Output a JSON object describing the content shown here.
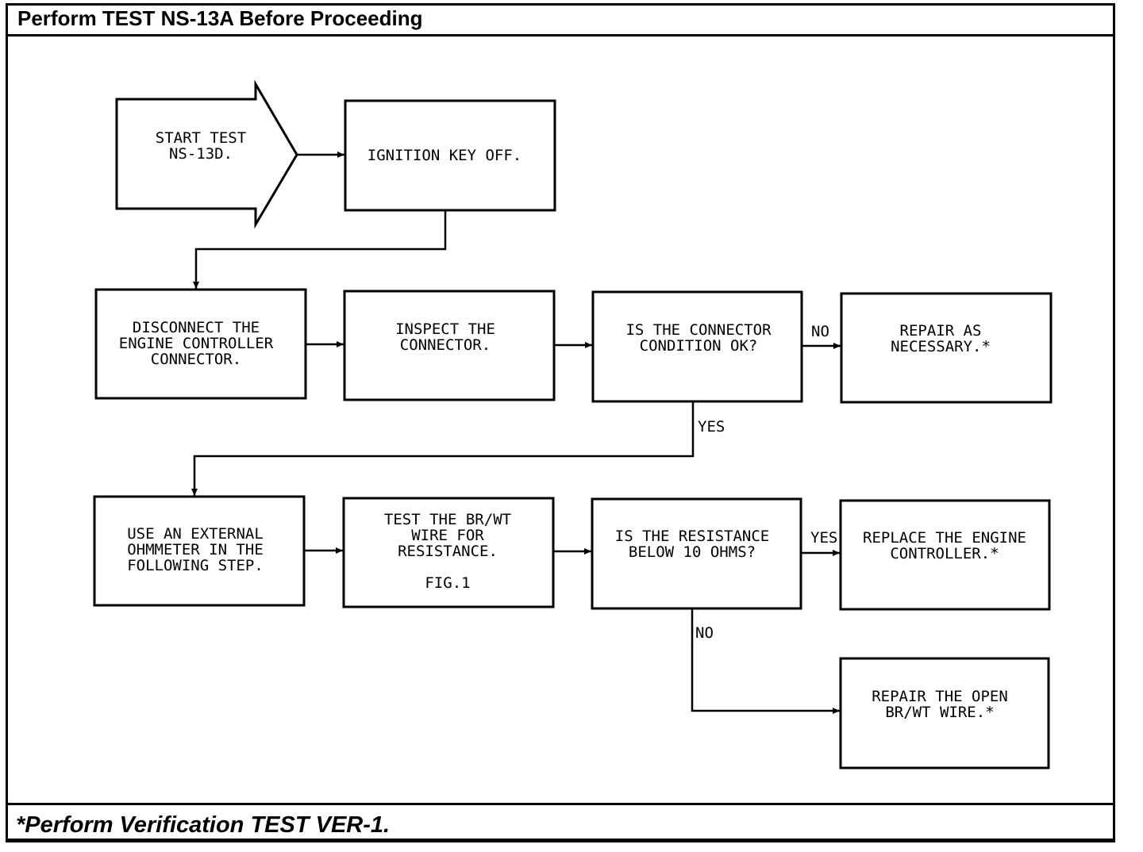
{
  "header": {
    "title": "Perform TEST NS-13A Before Proceeding"
  },
  "footer": {
    "note": "*Perform Verification TEST VER-1."
  },
  "nodes": {
    "start": [
      "START TEST",
      "NS-13D."
    ],
    "ignition": [
      "IGNITION KEY OFF."
    ],
    "disconnect": [
      "DISCONNECT THE",
      "ENGINE CONTROLLER",
      "CONNECTOR."
    ],
    "inspect": [
      "INSPECT THE",
      "CONNECTOR."
    ],
    "connector_ok": [
      "IS THE CONNECTOR",
      "CONDITION OK?"
    ],
    "repair_necessary": [
      "REPAIR AS",
      "NECESSARY.*"
    ],
    "ohmmeter": [
      "USE AN EXTERNAL",
      "OHMMETER IN THE",
      "FOLLOWING STEP."
    ],
    "test_wire": [
      "TEST THE BR/WT",
      "WIRE FOR",
      "RESISTANCE.",
      "",
      "FIG.1"
    ],
    "resistance": [
      "IS THE RESISTANCE",
      "BELOW 10 OHMS?"
    ],
    "replace": [
      "REPLACE THE ENGINE",
      "CONTROLLER.*"
    ],
    "repair_open": [
      "REPAIR THE OPEN",
      "BR/WT WIRE.*"
    ]
  },
  "edge_labels": {
    "connector_no": "NO",
    "connector_yes": "YES",
    "resistance_yes": "YES",
    "resistance_no": "NO"
  }
}
